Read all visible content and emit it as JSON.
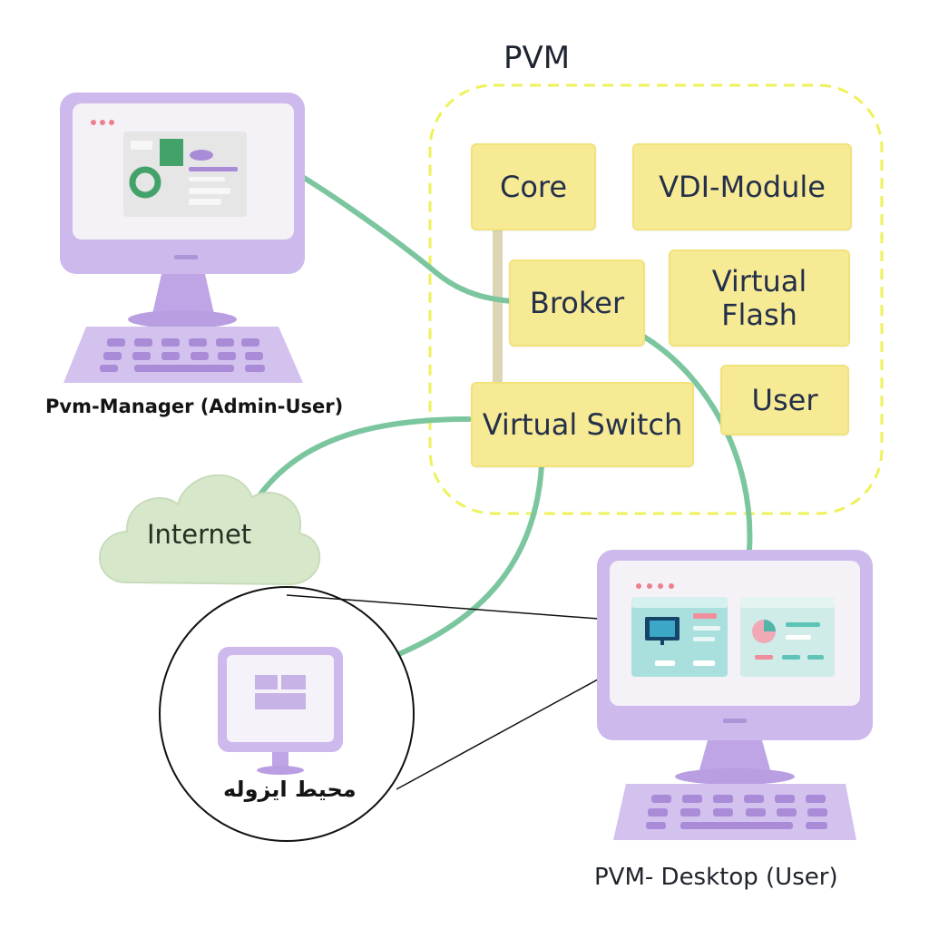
{
  "diagram": {
    "pvm_title": "PVM",
    "modules": {
      "core": "Core",
      "vdi_module": "VDI-Module",
      "broker": "Broker",
      "virtual_flash": "Virtual\nFlash",
      "user": "User",
      "virtual_switch": "Virtual Switch"
    },
    "pvm_manager_label": "Pvm-Manager (Admin-User)",
    "pvm_desktop_label": "PVM- Desktop (User)",
    "internet_label": "Internet",
    "isolated_env_label": "محیط ایزوله"
  },
  "colors": {
    "module_fill": "#f7ea94",
    "pvm_boundary": "#eef25a",
    "connector": "#7cc69f",
    "monitor_frame": "#cdb9ec",
    "cloud_fill": "#d6e8c9"
  }
}
